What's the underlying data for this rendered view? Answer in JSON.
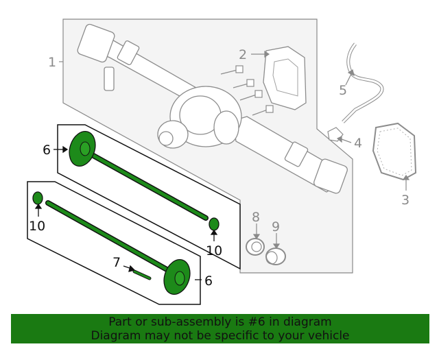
{
  "callouts": {
    "c1": "1",
    "c2": "2",
    "c3": "3",
    "c4": "4",
    "c5": "5",
    "c6_top": "6",
    "c6_bottom": "6",
    "c7": "7",
    "c8": "8",
    "c9": "9",
    "c10_left": "10",
    "c10_right": "10"
  },
  "banner": {
    "line1": "Part or sub-assembly is #6 in diagram",
    "line2": "Diagram may not be specific to your vehicle"
  },
  "colors": {
    "highlight": "#1d8a1a",
    "banner": "#1a7a12",
    "outline": "#9a9a9a",
    "panel": "#f2f2f2"
  }
}
